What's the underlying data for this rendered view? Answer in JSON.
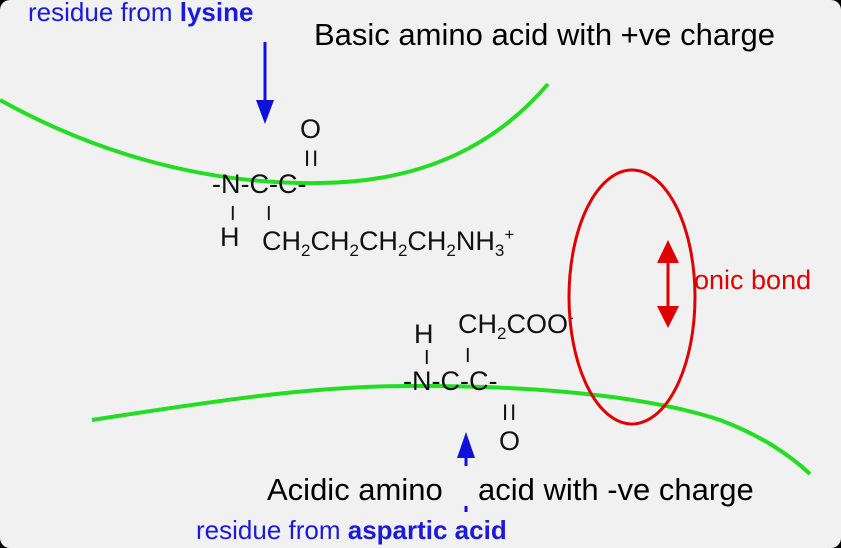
{
  "labels": {
    "lysine_prefix": "residue from ",
    "lysine_name": "lysine",
    "aspartic_prefix": "residue from ",
    "aspartic_name": "aspartic acid",
    "basic_caption": "Basic amino acid with +ve charge",
    "acidic_caption_part1": "Acidic amino",
    "acidic_caption_part2": "acid with -ve charge",
    "bond_label": "onic bond"
  },
  "lysine_residue": {
    "carbonyl_o": "O",
    "carbonyl_double_bond": "II",
    "backbone": "-N-C-C-",
    "bond_down": "I",
    "amide_h": "H",
    "side_chain_ch": [
      "CH",
      "CH",
      "CH",
      "CH"
    ],
    "side_chain_sub": "2",
    "side_chain_n": "NH",
    "nh3_sub": "3",
    "charge": "+"
  },
  "aspartic_residue": {
    "amide_h": "H",
    "side_chain": "CH",
    "side_chain_sub": "2",
    "side_chain_coo": "COO",
    "charge": "-",
    "bond_up": "I",
    "backbone": "-N-C-C-",
    "carbonyl_double_bond": "II",
    "carbonyl_o": "O"
  },
  "colors": {
    "background": "#f1f1f1",
    "frame": "#000000",
    "chain": "#22dd22",
    "blue_label": "#1a1adb",
    "arrow_blue": "#1010dd",
    "ionic": "#e00000"
  }
}
